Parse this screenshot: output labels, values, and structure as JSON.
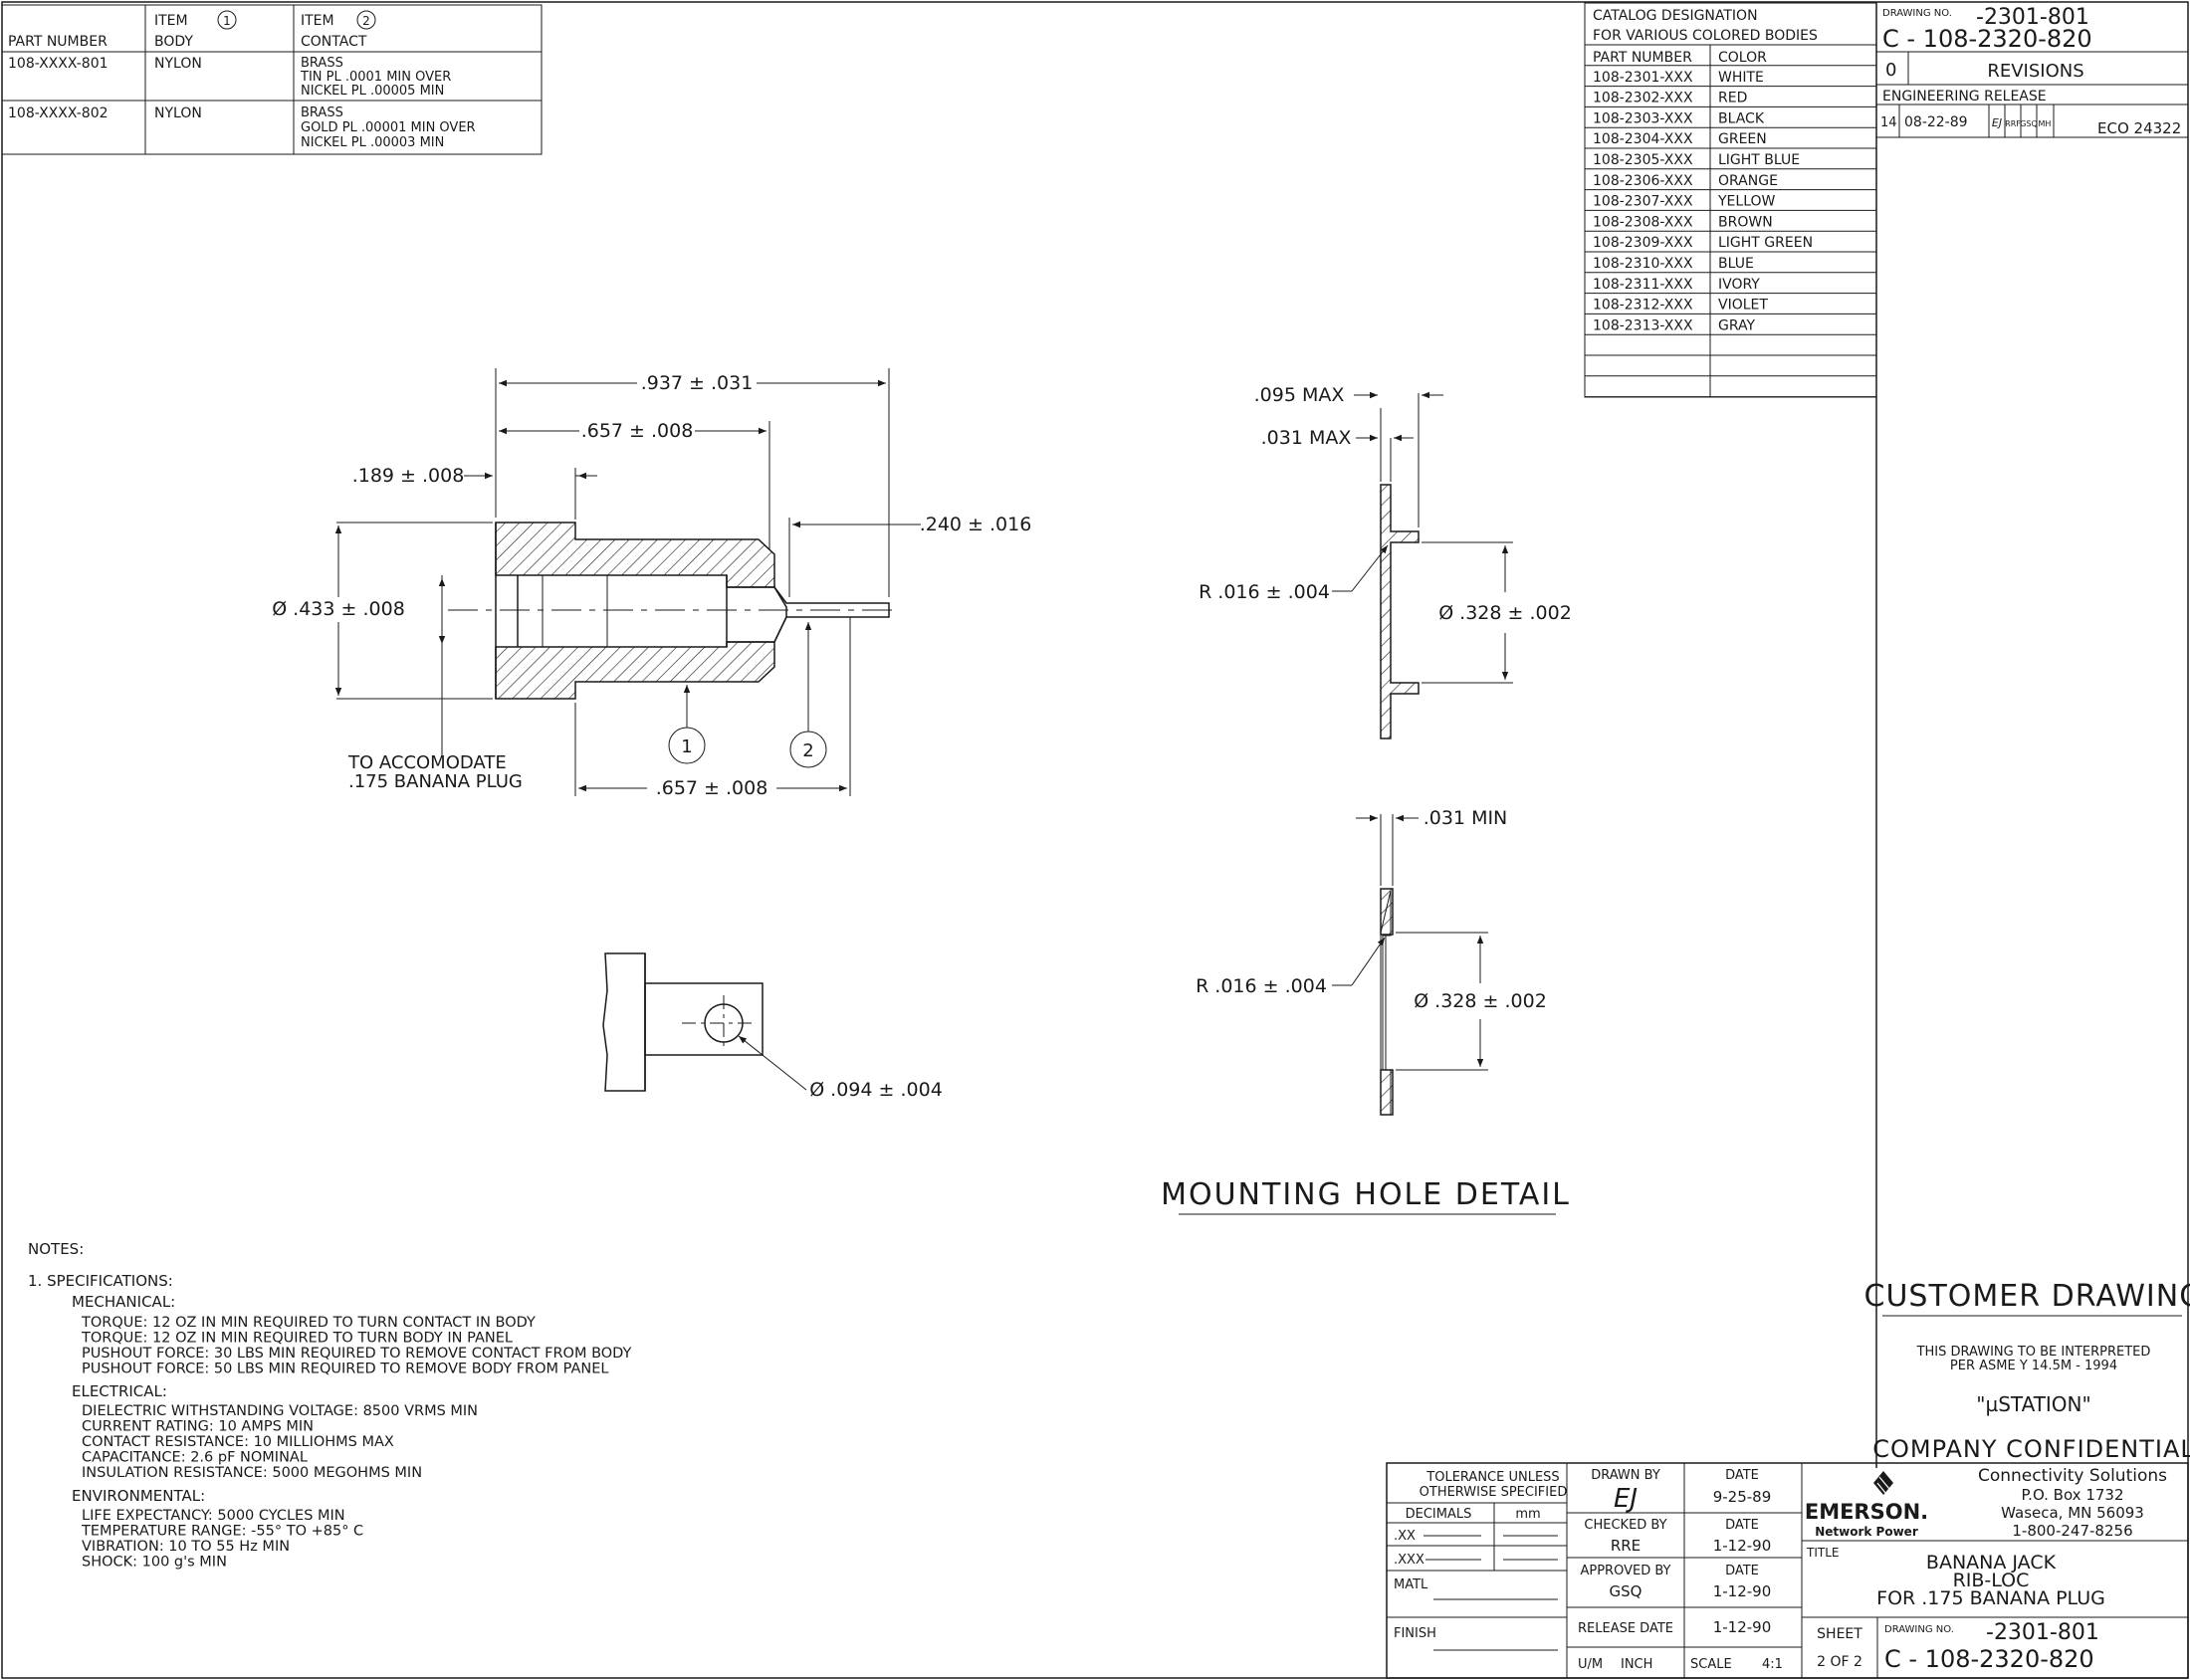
{
  "materials_table": {
    "headers": {
      "part_number": "PART NUMBER",
      "item1_title": "ITEM",
      "item1_num": "1",
      "item1_name": "BODY",
      "item2_title": "ITEM",
      "item2_num": "2",
      "item2_name": "CONTACT"
    },
    "rows": [
      {
        "part": "108-XXXX-801",
        "body": "NYLON",
        "contact": [
          "BRASS",
          "TIN PL .0001 MIN OVER",
          "NICKEL PL .00005 MIN"
        ]
      },
      {
        "part": "108-XXXX-802",
        "body": "NYLON",
        "contact": [
          "BRASS",
          "GOLD PL .00001 MIN OVER",
          "NICKEL PL .00003 MIN"
        ]
      }
    ]
  },
  "catalog": {
    "title1": "CATALOG DESIGNATION",
    "title2": "FOR VARIOUS COLORED BODIES",
    "col_part": "PART NUMBER",
    "col_color": "COLOR",
    "rows": [
      {
        "part": "108-2301-XXX",
        "color": "WHITE"
      },
      {
        "part": "108-2302-XXX",
        "color": "RED"
      },
      {
        "part": "108-2303-XXX",
        "color": "BLACK"
      },
      {
        "part": "108-2304-XXX",
        "color": "GREEN"
      },
      {
        "part": "108-2305-XXX",
        "color": "LIGHT BLUE"
      },
      {
        "part": "108-2306-XXX",
        "color": "ORANGE"
      },
      {
        "part": "108-2307-XXX",
        "color": "YELLOW"
      },
      {
        "part": "108-2308-XXX",
        "color": "BROWN"
      },
      {
        "part": "108-2309-XXX",
        "color": "LIGHT GREEN"
      },
      {
        "part": "108-2310-XXX",
        "color": "BLUE"
      },
      {
        "part": "108-2311-XXX",
        "color": "IVORY"
      },
      {
        "part": "108-2312-XXX",
        "color": "VIOLET"
      },
      {
        "part": "108-2313-XXX",
        "color": "GRAY"
      }
    ]
  },
  "drawing_no": {
    "label": "DRAWING NO.",
    "top": "-2301-801",
    "main": "C - 108-2320-820"
  },
  "revisions": {
    "rev": "0",
    "title": "REVISIONS",
    "release": "ENGINEERING RELEASE",
    "row_no": "14",
    "row_date": "08-22-89",
    "row_init": "EJ",
    "row_c1": "RRF",
    "row_c2": "GSQ",
    "row_c3": "MH",
    "row_eco": "ECO 24322"
  },
  "dims": {
    "d937": ".937 ± .031",
    "d657top": ".657 ± .008",
    "d189": ".189 ± .008",
    "d240": ".240 ± .016",
    "dia433": "Ø .433 ± .008",
    "d657bot": ".657 ± .008",
    "accom1": "TO ACCOMODATE",
    "accom2": ".175 BANANA PLUG",
    "balloon1": "1",
    "balloon2": "2",
    "dia094": "Ø .094 ± .004",
    "max095": ".095 MAX",
    "max031": ".031 MAX",
    "r016a": "R .016 ± .004",
    "dia328a": "Ø .328 ± .002",
    "min031": ".031 MIN",
    "r016b": "R .016 ± .004",
    "dia328b": "Ø .328 ± .002",
    "mounting": "MOUNTING HOLE DETAIL"
  },
  "notes": {
    "title": "NOTES:",
    "spec": "1.   SPECIFICATIONS:",
    "mech": "MECHANICAL:",
    "mech_lines": [
      "TORQUE: 12 OZ IN MIN REQUIRED TO TURN CONTACT IN BODY",
      "TORQUE: 12 OZ IN MIN REQUIRED TO TURN BODY IN PANEL",
      "PUSHOUT FORCE: 30 LBS MIN REQUIRED TO REMOVE CONTACT FROM BODY",
      "PUSHOUT FORCE: 50 LBS MIN REQUIRED TO REMOVE BODY FROM PANEL"
    ],
    "elec": "ELECTRICAL:",
    "elec_lines": [
      "DIELECTRIC WITHSTANDING VOLTAGE: 8500 VRMS MIN",
      "CURRENT RATING: 10 AMPS MIN",
      "CONTACT RESISTANCE: 10 MILLIOHMS MAX",
      "CAPACITANCE: 2.6 pF NOMINAL",
      "INSULATION RESISTANCE: 5000 MEGOHMS MIN"
    ],
    "env": "ENVIRONMENTAL:",
    "env_lines": [
      "LIFE EXPECTANCY: 5000 CYCLES MIN",
      "TEMPERATURE RANGE: -55°  TO  +85°  C",
      "VIBRATION: 10  TO  55 Hz MIN",
      "SHOCK: 100 g's MIN"
    ]
  },
  "customer": {
    "title": "CUSTOMER DRAWING",
    "asme1": "THIS DRAWING TO BE INTERPRETED",
    "asme2": "PER ASME Y 14.5M - 1994",
    "station": "\"µSTATION\"",
    "confidential": "COMPANY CONFIDENTIAL"
  },
  "title_block": {
    "tol1": "TOLERANCE UNLESS",
    "tol2": "OTHERWISE SPECIFIED",
    "decimals": "DECIMALS",
    "mm": "mm",
    "xx": ".XX",
    "xxx": ".XXX",
    "matl": "MATL",
    "finish": "FINISH",
    "drawn_by": "DRAWN BY",
    "drawn_sig": "EJ",
    "date": "DATE",
    "drawn_date": "9-25-89",
    "checked_by": "CHECKED BY",
    "checked_name": "RRE",
    "checked_date": "1-12-90",
    "approved_by": "APPROVED BY",
    "approved_name": "GSQ",
    "approved_date": "1-12-90",
    "release_date_label": "RELEASE DATE",
    "release_date": "1-12-90",
    "um": "U/M",
    "inch": "INCH",
    "scale_label": "SCALE",
    "scale": "4:1",
    "company_brand": "EMERSON.",
    "company_sub": "Network Power",
    "company_title": "Connectivity Solutions",
    "addr1": "P.O. Box 1732",
    "addr2": "Waseca, MN 56093",
    "phone": "1-800-247-8256",
    "title_label": "TITLE",
    "title1": "BANANA JACK",
    "title2": "RIB-LOC",
    "title3": "FOR .175 BANANA PLUG",
    "sheet_label": "SHEET",
    "sheet": "2 OF 2",
    "dwg_label": "DRAWING NO.",
    "dwg_top": "-2301-801",
    "dwg_main": "C - 108-2320-820"
  }
}
